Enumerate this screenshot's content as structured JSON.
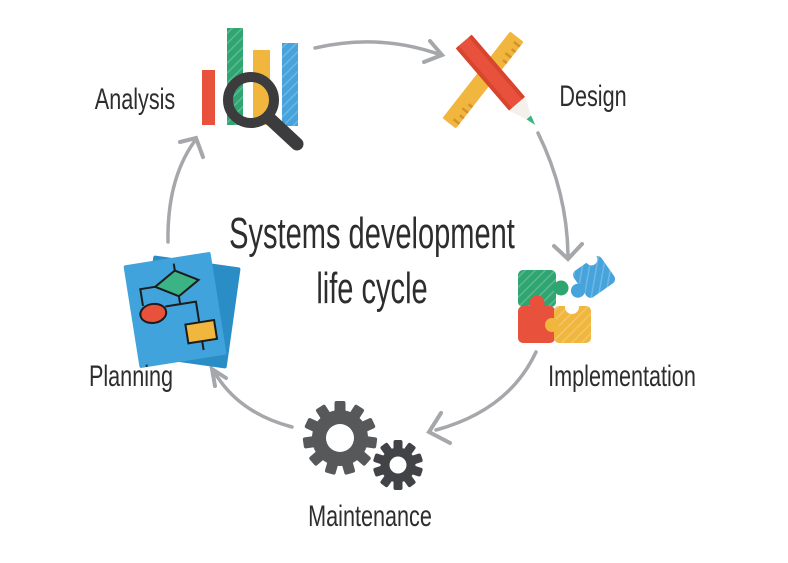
{
  "title": {
    "line1": "Systems development",
    "line2": "life cycle"
  },
  "stages": [
    {
      "label": "Analysis",
      "icon": "bar-chart-magnifier-icon"
    },
    {
      "label": "Design",
      "icon": "ruler-pencil-icon"
    },
    {
      "label": "Implementation",
      "icon": "puzzle-pieces-icon"
    },
    {
      "label": "Maintenance",
      "icon": "gears-icon"
    },
    {
      "label": "Planning",
      "icon": "flowchart-document-icon"
    }
  ],
  "flow": [
    "Analysis to Design",
    "Design to Implementation",
    "Implementation to Maintenance",
    "Maintenance to Planning",
    "Planning to Analysis"
  ],
  "colors": {
    "red": "#e8513c",
    "green": "#2fa571",
    "yellow": "#f0b63e",
    "blue": "#47a3db",
    "dark": "#3c3c3e",
    "gear_large": "#57585a",
    "gear_small": "#424346",
    "arrow": "#a5a7aa",
    "text": "#2d2d2d"
  }
}
